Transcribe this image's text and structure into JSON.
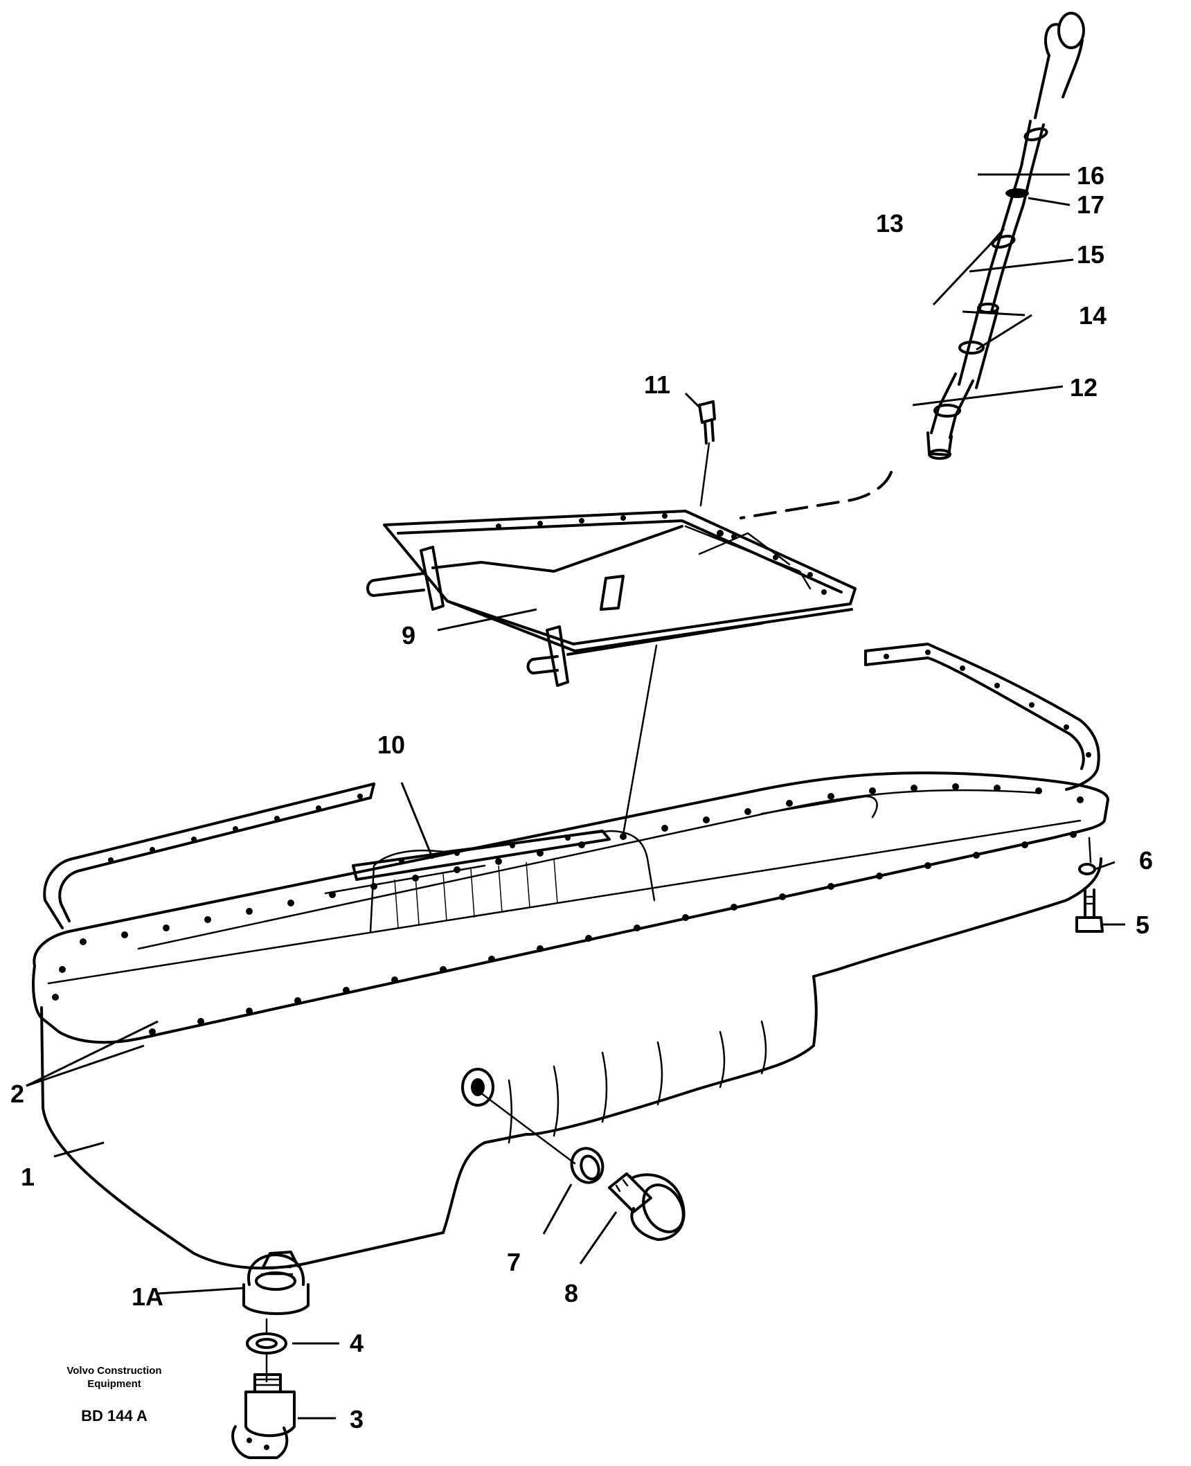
{
  "labels": {
    "p1": "1",
    "p1a": "1A",
    "p2": "2",
    "p3": "3",
    "p4": "4",
    "p5": "5",
    "p6": "6",
    "p7": "7",
    "p8": "8",
    "p9": "9",
    "p10": "10",
    "p11": "11",
    "p12": "12",
    "p13": "13",
    "p14": "14",
    "p15": "15",
    "p16": "16",
    "p17": "17"
  },
  "credit": {
    "line1": "Volvo Construction",
    "line2": "Equipment",
    "code": "BD 144 A"
  }
}
